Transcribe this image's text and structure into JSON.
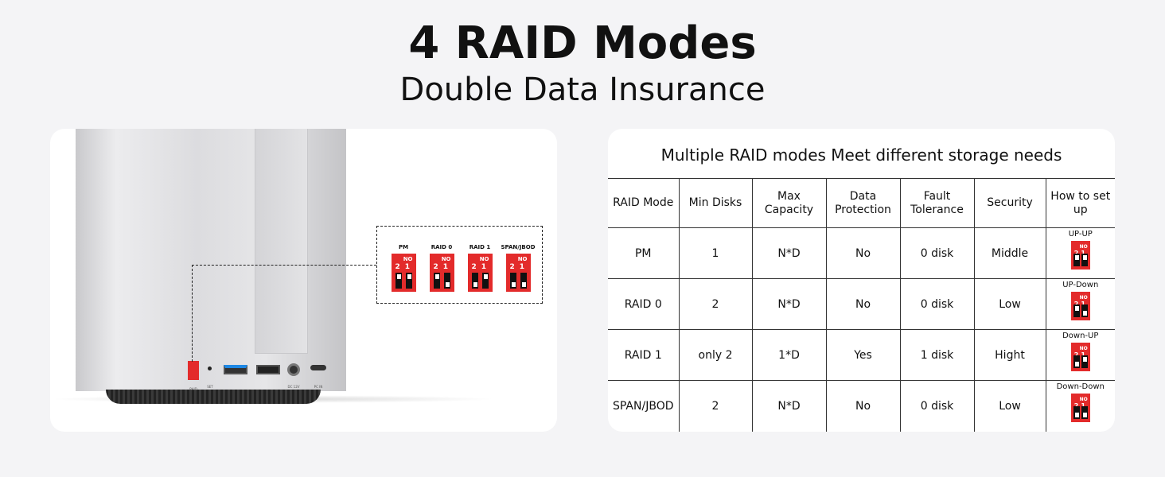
{
  "header": {
    "title": "4 RAID Modes",
    "subtitle": "Double Data Insurance"
  },
  "device": {
    "callout": [
      {
        "label": "PM",
        "switch2": "up",
        "switch1": "up"
      },
      {
        "label": "RAID 0",
        "switch2": "up",
        "switch1": "down"
      },
      {
        "label": "RAID 1",
        "switch2": "down",
        "switch1": "up"
      },
      {
        "label": "SPAN/JBOD",
        "switch2": "down",
        "switch1": "down"
      }
    ],
    "switch_on_label": "NO",
    "switch_nums": "21",
    "port_labels": {
      "raid": "RAID",
      "set": "SET",
      "dc": "DC 12V",
      "pc": "PC IN"
    }
  },
  "table": {
    "title": "Multiple RAID modes Meet different storage needs",
    "headers": [
      "RAID Mode",
      "Min Disks",
      "Max Capacity",
      "Data Protection",
      "Fault Tolerance",
      "Security",
      "How to set up"
    ],
    "rows": [
      {
        "cells": [
          "PM",
          "1",
          "N*D",
          "No",
          "0 disk",
          "Middle"
        ],
        "setup": "UP-UP",
        "switch2": "up",
        "switch1": "up"
      },
      {
        "cells": [
          "RAID 0",
          "2",
          "N*D",
          "No",
          "0 disk",
          "Low"
        ],
        "setup": "UP-Down",
        "switch2": "up",
        "switch1": "down"
      },
      {
        "cells": [
          "RAID 1",
          "only 2",
          "1*D",
          "Yes",
          "1 disk",
          "Hight"
        ],
        "setup": "Down-UP",
        "switch2": "down",
        "switch1": "up"
      },
      {
        "cells": [
          "SPAN/JBOD",
          "2",
          "N*D",
          "No",
          "0 disk",
          "Low"
        ],
        "setup": "Down-Down",
        "switch2": "down",
        "switch1": "down"
      }
    ]
  },
  "colors": {
    "switch_red": "#e32b2b",
    "usb_blue": "#1e88e5"
  }
}
